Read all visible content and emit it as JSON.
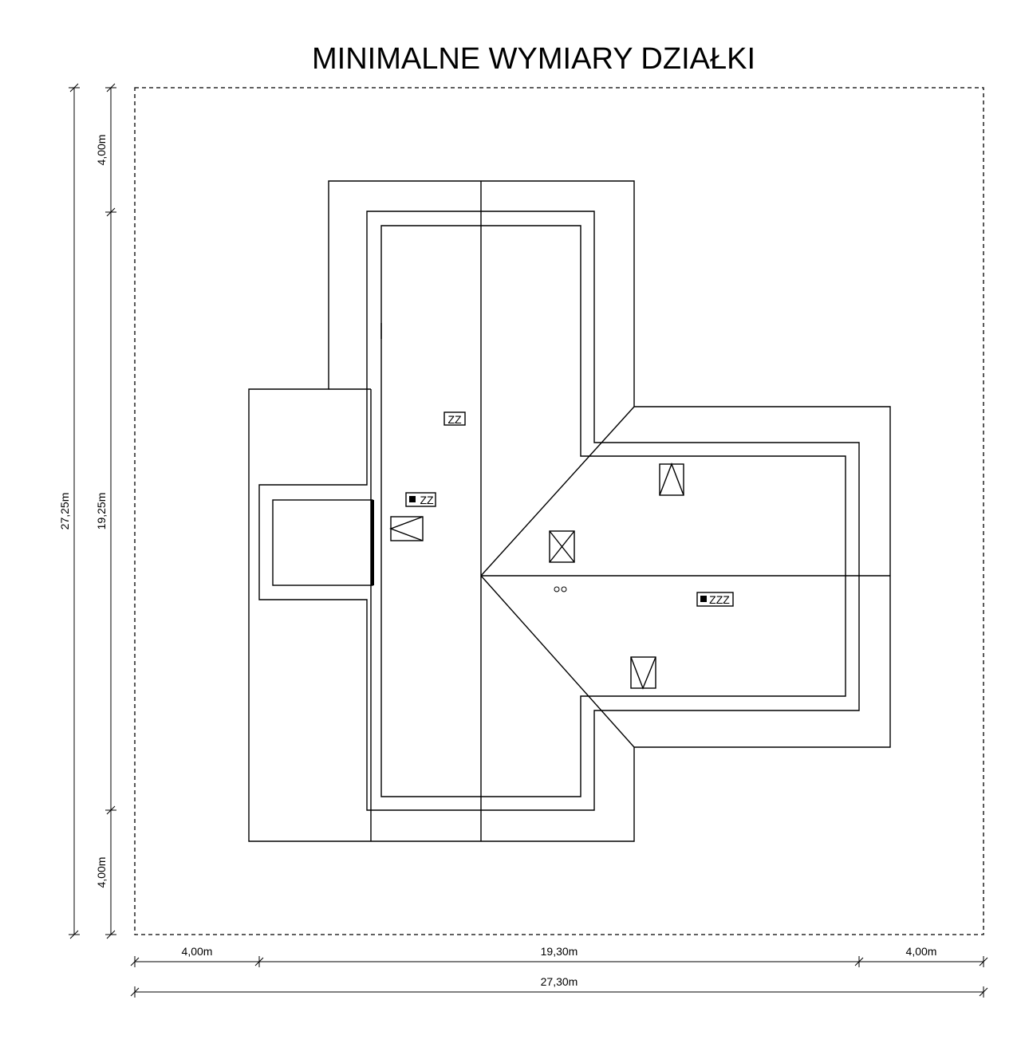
{
  "title": "MINIMALNE WYMIARY DZIAŁKI",
  "dimensions": {
    "left_total": "27,25m",
    "left_top": "4,00m",
    "left_middle": "19,25m",
    "left_bottom": "4,00m",
    "bottom_left": "4,00m",
    "bottom_middle": "19,30m",
    "bottom_right": "4,00m",
    "bottom_total": "27,30m"
  },
  "symbols": {
    "chimney_1": "ZZ",
    "chimney_2": "ZZ",
    "chimney_3": "ZZZ"
  }
}
